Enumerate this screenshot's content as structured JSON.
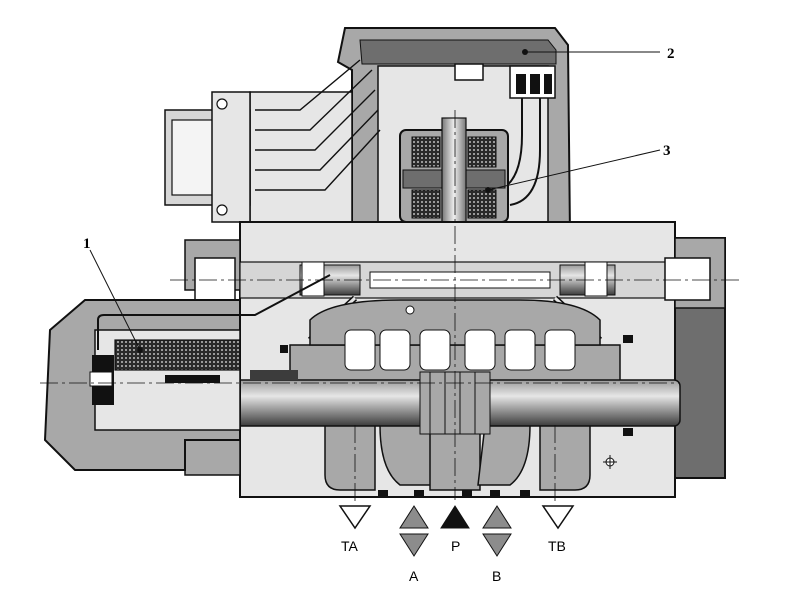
{
  "callouts": [
    "1",
    "2",
    "3"
  ],
  "ports": {
    "ta": "TA",
    "a": "A",
    "p": "P",
    "b": "B",
    "tb": "TB"
  },
  "colors": {
    "body_light": "#d6d6d6",
    "body_mid": "#a8a8a8",
    "body_dark": "#6e6e6e",
    "black": "#111111",
    "arrow_gray": "#8c8c8c"
  }
}
